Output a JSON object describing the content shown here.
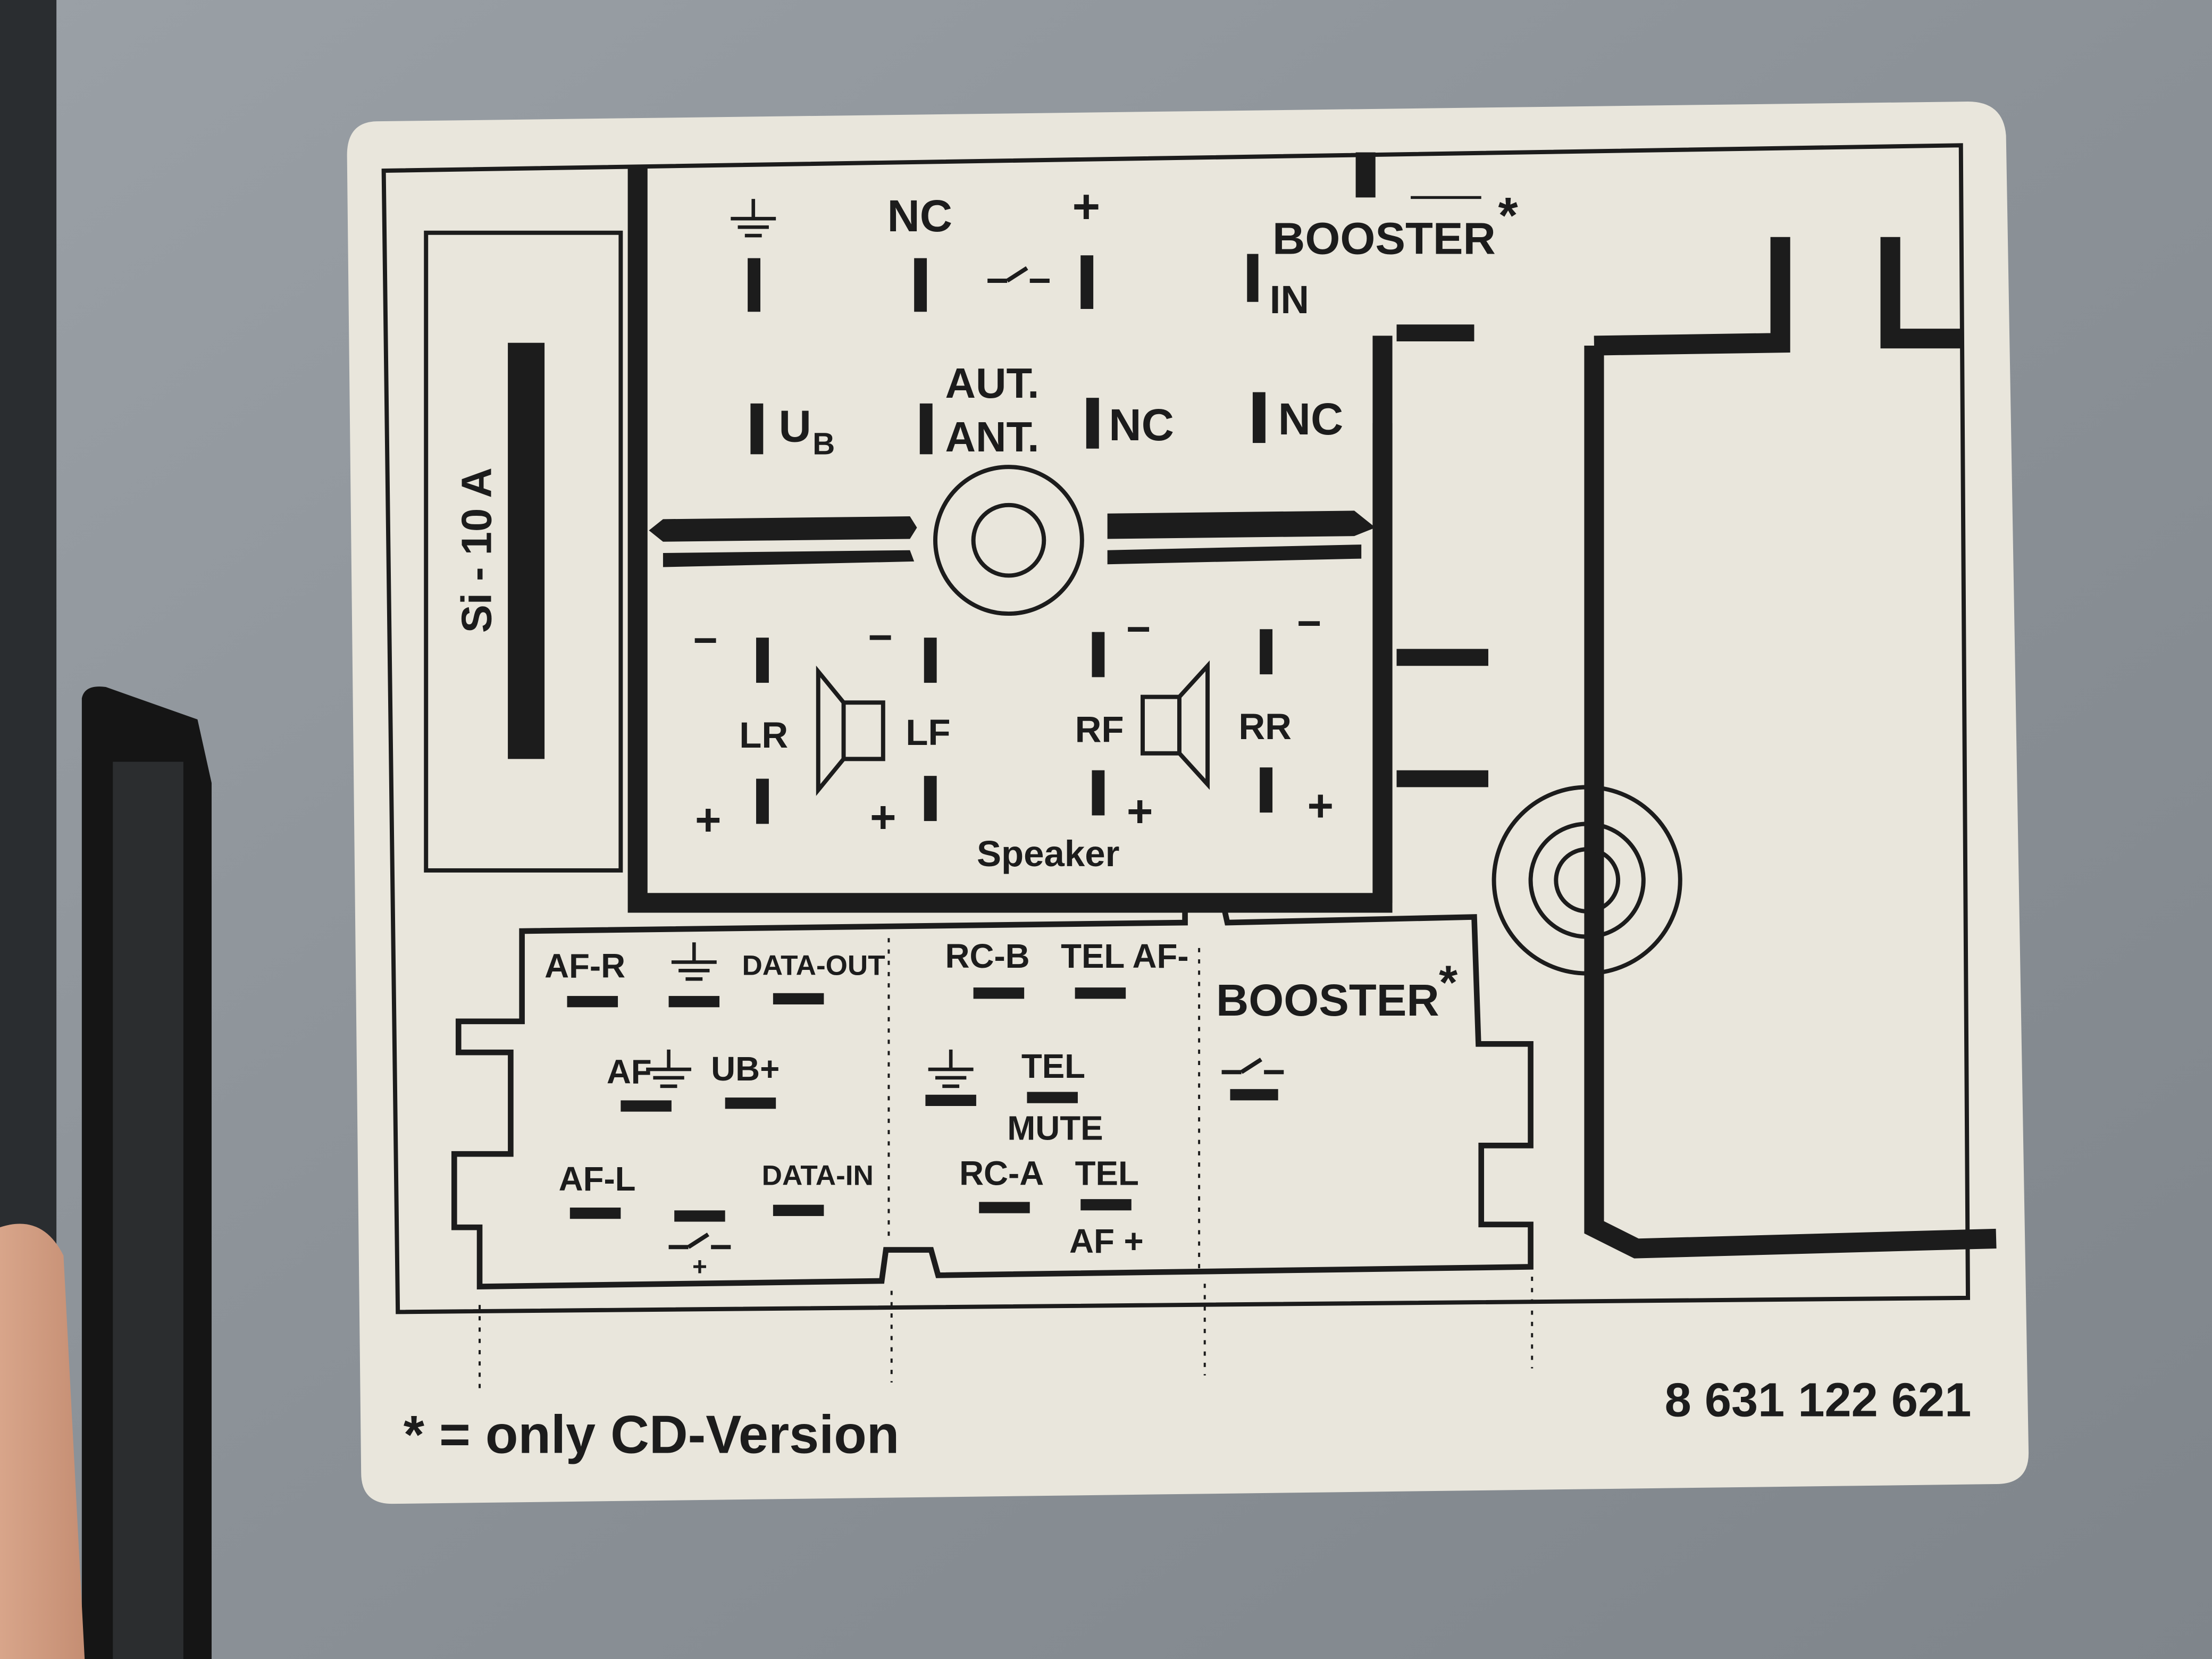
{
  "photo": {
    "background_color": "#8d9399",
    "sticker_color": "#e9e6dc",
    "ink_color": "#1c1c1c"
  },
  "fuse_label": "Si - 10 A",
  "top_connector": {
    "row1": {
      "nc": "NC",
      "plus": "+",
      "booster": "BOOSTER",
      "booster_star": "*",
      "booster_in": "IN"
    },
    "row2": {
      "ub": "U",
      "ub_sub": "B",
      "aut": "AUT.",
      "ant": "ANT.",
      "nc_a": "NC",
      "nc_b": "NC"
    },
    "speakers": {
      "minus": "−",
      "plus": "+",
      "lr": "LR",
      "lf": "LF",
      "rf": "RF",
      "rr": "RR",
      "caption": "Speaker"
    }
  },
  "bottom_connector": {
    "left": {
      "af_r": "AF-R",
      "data_out": "DATA-OUT",
      "af": "AF",
      "ub_plus": "UB+",
      "af_l": "AF-L",
      "data_in": "DATA-IN",
      "switch_plus": "+"
    },
    "middle": {
      "rc_b": "RC-B",
      "tel_af_minus": "TEL AF-",
      "tel_mute_1": "TEL",
      "tel_mute_2": "MUTE",
      "rc_a": "RC-A",
      "tel_af_plus_1": "TEL",
      "tel_af_plus_2": "AF +"
    },
    "right": {
      "booster": "BOOSTER",
      "booster_star": "*"
    }
  },
  "footnote": "* = only CD-Version",
  "part_number": "8 631 122 621",
  "icons": [
    "ground-icon",
    "switch-icon",
    "speaker-icon",
    "antenna-socket-icon"
  ]
}
